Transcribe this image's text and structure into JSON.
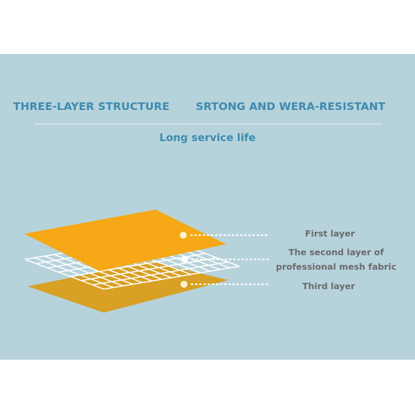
{
  "header": {
    "headline_left": "THREE-LAYER STRUCTURE",
    "headline_right": "SRTONG AND WERA-RESISTANT",
    "subtitle": "Long service life"
  },
  "layers": {
    "first": "First layer",
    "second_line1": "The second layer of",
    "second_line2": "professional mesh fabric",
    "third": "Third layer"
  },
  "colors": {
    "background": "#b6d3db",
    "accent_text": "#3e8bb0",
    "top_layer": "#f6a816",
    "bottom_layer": "#d8a024",
    "mesh": "#ffffff"
  }
}
